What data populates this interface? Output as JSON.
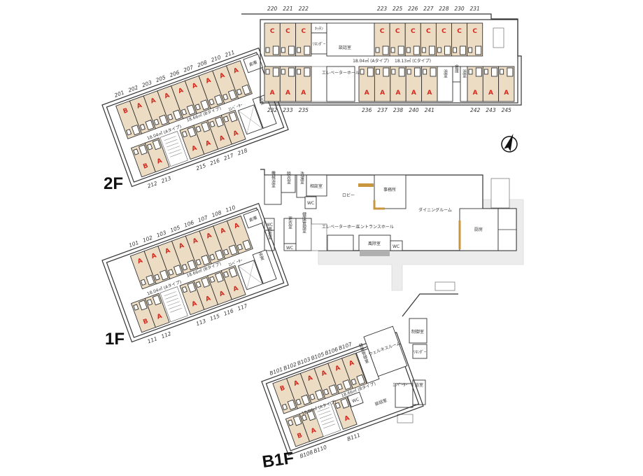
{
  "colors": {
    "room": "#ecdcc4",
    "type_letter": "#d42a1f",
    "wall": "#333333",
    "paving": "#ececec",
    "wood": "#c8963e"
  },
  "floor_labels": {
    "f2": "2F",
    "f1": "1F",
    "b1": "B1F"
  },
  "compass_icon": "north-arrow",
  "floors": {
    "f2": {
      "wing_top": [
        {
          "no": "201",
          "type": "B"
        },
        {
          "no": "202",
          "type": "A"
        },
        {
          "no": "203",
          "type": "A"
        },
        {
          "no": "205",
          "type": "A"
        },
        {
          "no": "206",
          "type": "A"
        },
        {
          "no": "207",
          "type": "A"
        },
        {
          "no": "208",
          "type": "A"
        },
        {
          "no": "210",
          "type": "A"
        },
        {
          "no": "211",
          "type": "A"
        }
      ],
      "wing_bottom": [
        {
          "no": "212",
          "type": "B"
        },
        {
          "no": "213",
          "type": "A"
        },
        {
          "no": "215",
          "type": "A"
        },
        {
          "no": "216",
          "type": "A"
        },
        {
          "no": "217",
          "type": "A"
        },
        {
          "no": "218",
          "type": "A"
        }
      ],
      "main_top_left": [
        {
          "no": "220",
          "type": "C"
        },
        {
          "no": "221",
          "type": "C"
        },
        {
          "no": "222",
          "type": "C"
        }
      ],
      "main_top_right": [
        {
          "no": "223",
          "type": "C"
        },
        {
          "no": "225",
          "type": "C"
        },
        {
          "no": "226",
          "type": "C"
        },
        {
          "no": "227",
          "type": "C"
        },
        {
          "no": "228",
          "type": "C"
        },
        {
          "no": "230",
          "type": "C"
        },
        {
          "no": "231",
          "type": "C"
        }
      ],
      "main_bottom_left": [
        {
          "no": "232",
          "type": "A"
        },
        {
          "no": "233",
          "type": "A"
        },
        {
          "no": "235",
          "type": "A"
        }
      ],
      "main_bottom_mid": [
        {
          "no": "236",
          "type": "A"
        },
        {
          "no": "237",
          "type": "A"
        },
        {
          "no": "238",
          "type": "A"
        },
        {
          "no": "240",
          "type": "A"
        },
        {
          "no": "241",
          "type": "A"
        }
      ],
      "main_bottom_right": [
        {
          "no": "242",
          "type": "A"
        },
        {
          "no": "243",
          "type": "A"
        },
        {
          "no": "245",
          "type": "A"
        }
      ],
      "labels": {
        "storage": "倉庫",
        "elevator": "ｴﾚﾍﾞｰﾀｰ",
        "bath": "浴室",
        "area_a": "18.04㎡ (Aタイプ)",
        "area_b": "18.66㎡ (Bタイプ)",
        "area_c": "18.13㎡ (Cタイプ)",
        "kitchen": "ｷｯﾁﾝ",
        "linen": "ﾘﾈﾝﾀﾞｰ",
        "lounge": "談話室",
        "elevator_hall": "エレベーターホール",
        "bath2": "浴室",
        "storage2": "倉庫",
        "bath3": "浴室"
      }
    },
    "f1": {
      "wing_top": [
        {
          "no": "101",
          "type": "A"
        },
        {
          "no": "102",
          "type": "A"
        },
        {
          "no": "103",
          "type": "A"
        },
        {
          "no": "105",
          "type": "A"
        },
        {
          "no": "106",
          "type": "A"
        },
        {
          "no": "107",
          "type": "A"
        },
        {
          "no": "108",
          "type": "A"
        },
        {
          "no": "110",
          "type": "A"
        }
      ],
      "wing_bottom": [
        {
          "no": "111",
          "type": "B"
        },
        {
          "no": "112",
          "type": "A"
        },
        {
          "no": "113",
          "type": "A"
        },
        {
          "no": "115",
          "type": "A"
        },
        {
          "no": "116",
          "type": "A"
        },
        {
          "no": "117",
          "type": "A"
        }
      ],
      "labels": {
        "storage": "倉庫",
        "elevator": "ｴﾚﾍﾞｰﾀｰ",
        "bath": "浴室",
        "area_a": "18.04㎡ (Aタイプ)",
        "area_b": "18.66㎡ (Bタイプ)",
        "machine_bath": "機械浴室",
        "changing": "脱衣室",
        "laundry": "洗濯室",
        "consult": "相談室",
        "wc1": "WC",
        "lobby": "ロビー",
        "office": "事務所",
        "dining": "ダイニングルーム",
        "kitchen": "厨房",
        "wc2": "WC",
        "locker1": "更衣室",
        "locker2": "更衣室",
        "wc3": "WC",
        "health": "健康管理室",
        "elevator_hall": "エレベーターホール",
        "entrance_hall": "エントランスホール",
        "windbreak": "風除室",
        "wc4": "WC"
      }
    },
    "b1": {
      "wing_top": [
        {
          "no": "B101",
          "type": "B"
        },
        {
          "no": "B102",
          "type": "A"
        },
        {
          "no": "B103",
          "type": "A"
        },
        {
          "no": "B105",
          "type": "A"
        },
        {
          "no": "B106",
          "type": "A"
        },
        {
          "no": "B107",
          "type": "A"
        }
      ],
      "wing_bottom": [
        {
          "no": "B108",
          "type": "B"
        },
        {
          "no": "B110",
          "type": "A"
        },
        {
          "no": "B111",
          "type": "A"
        }
      ],
      "labels": {
        "area_a": "18.04㎡ (Aタイプ)",
        "area_b": "18.66㎡ (Bタイプ)",
        "health": "健康管理室",
        "wellness": "ウェルネスルーム",
        "control": "制御室",
        "linen": "ﾘﾈﾝﾀﾞｰ",
        "wc": "WC",
        "lounge": "談話室",
        "elevator": "ｴﾚﾍﾞｰﾀｰ",
        "bath": "浴室"
      }
    }
  }
}
